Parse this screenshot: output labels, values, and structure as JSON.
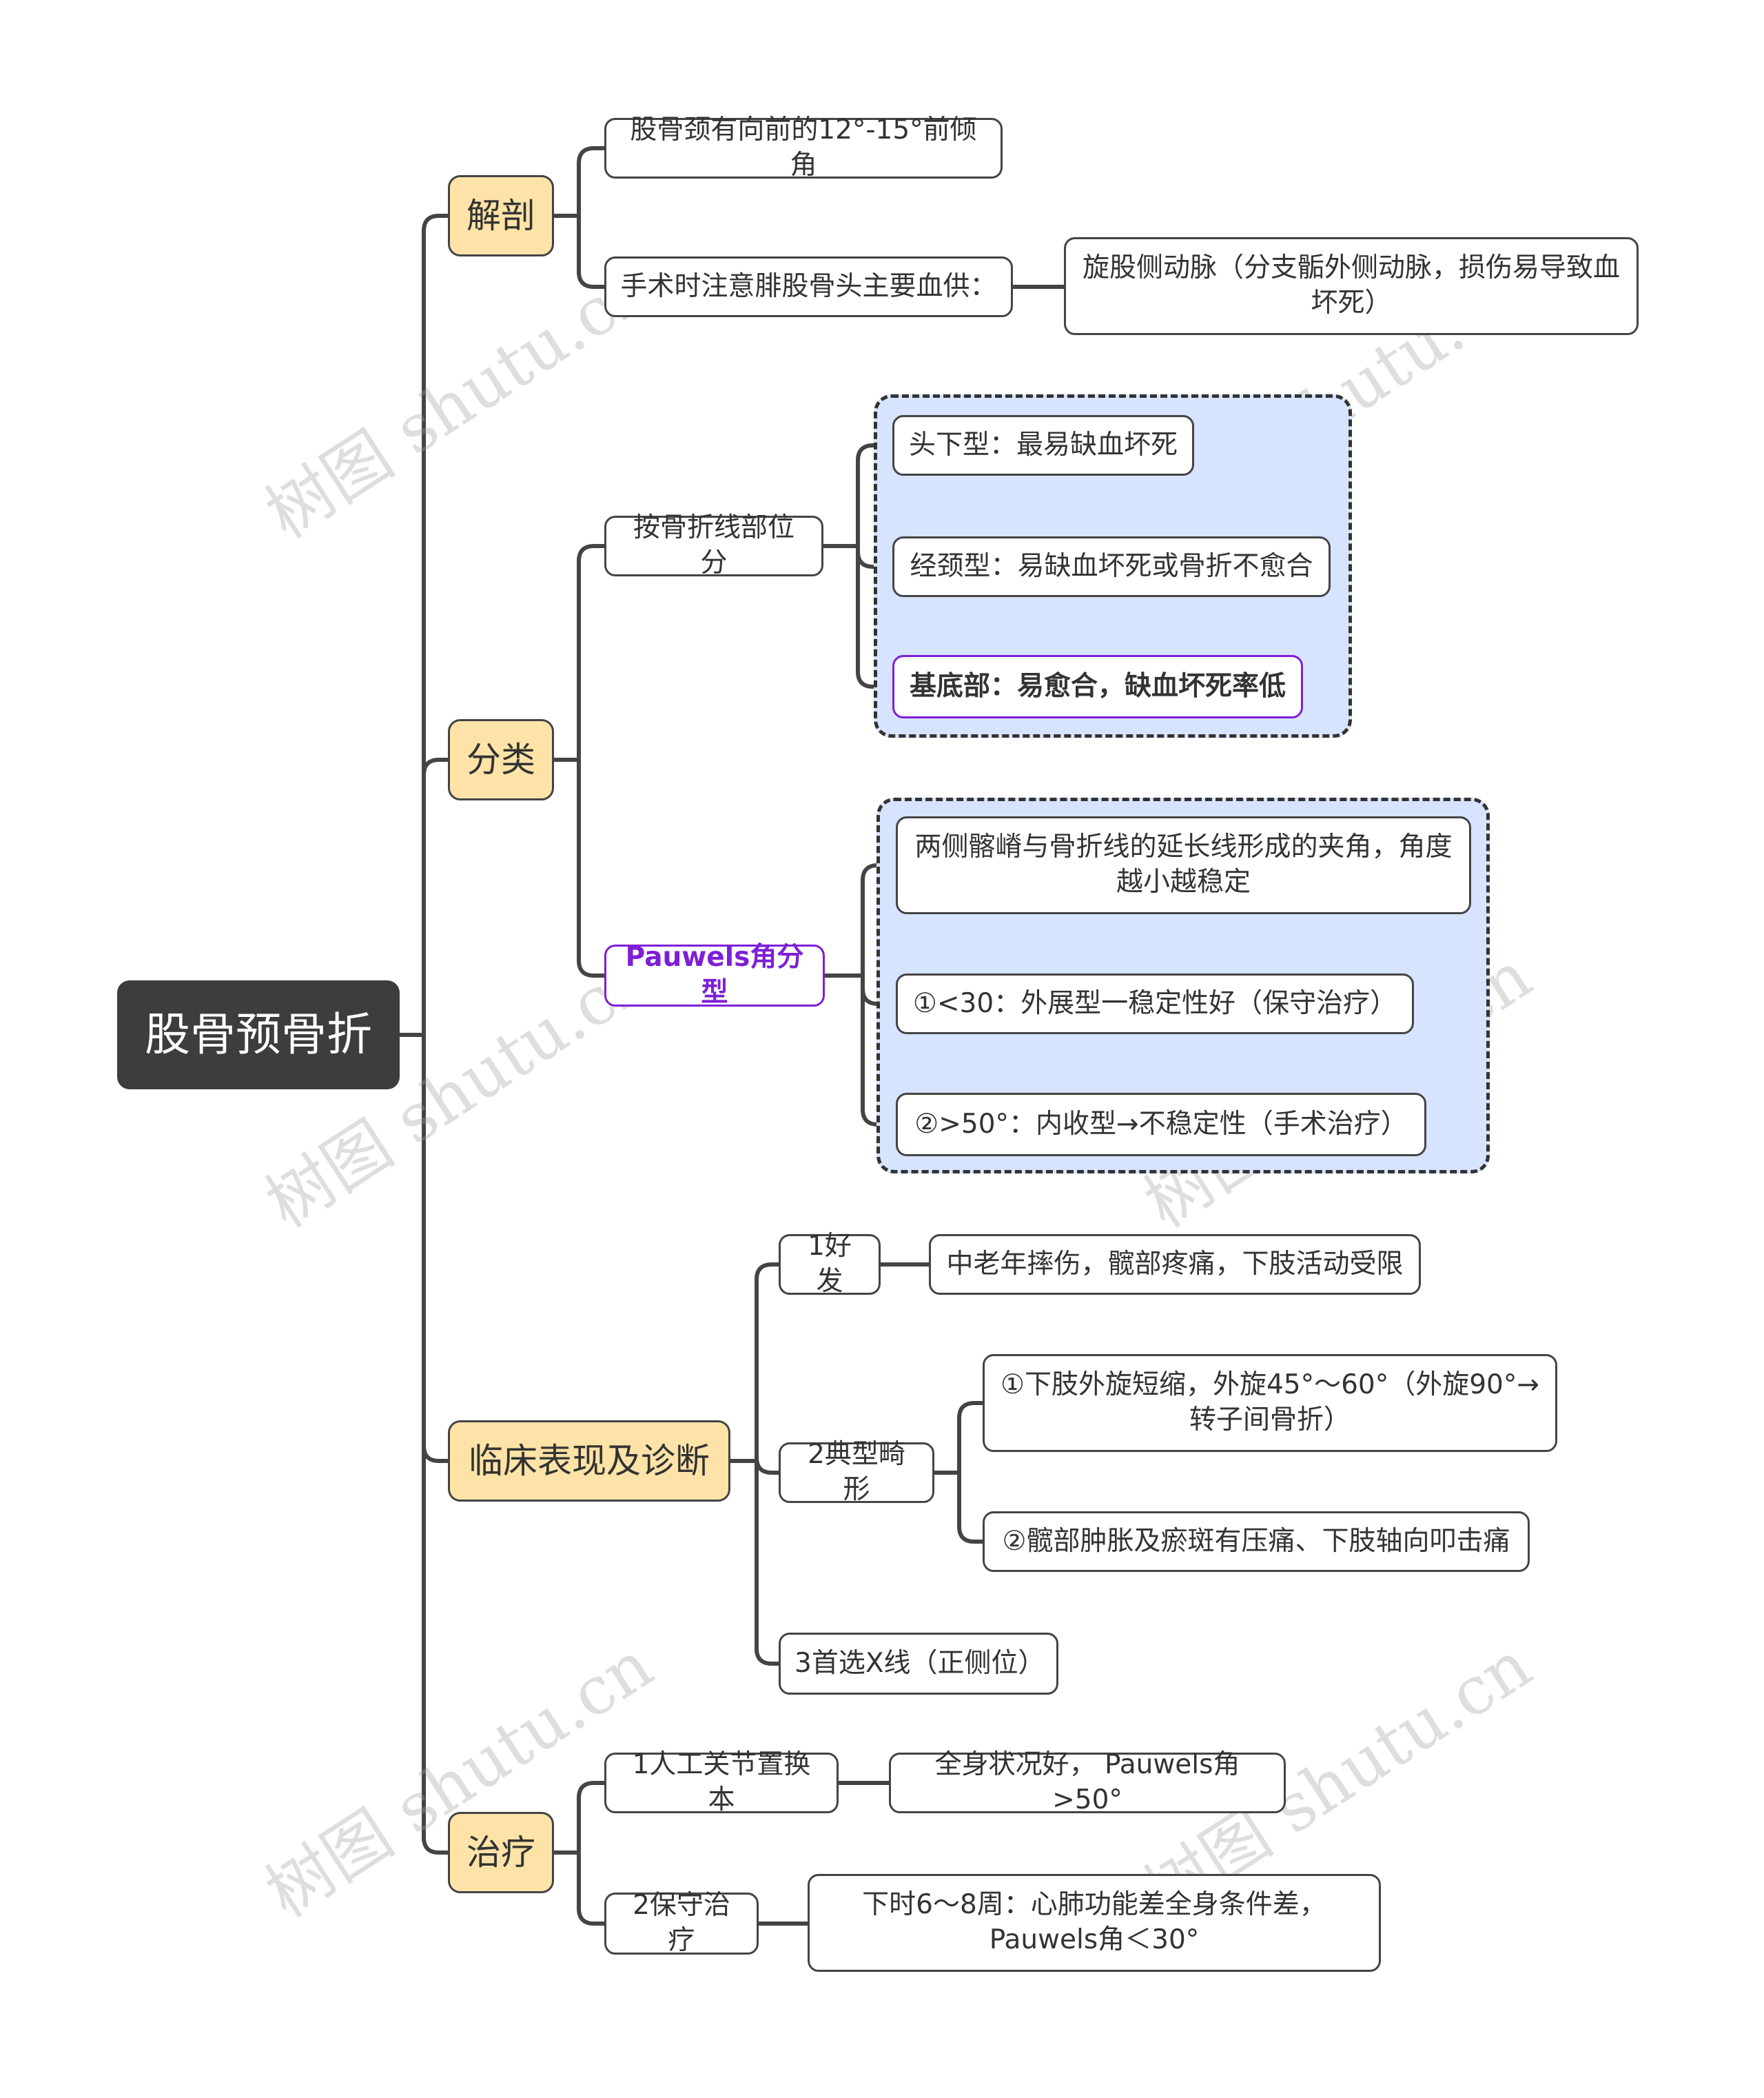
{
  "root": "股骨预骨折",
  "branches": {
    "anatomy": {
      "label": "解剖",
      "c1": "股骨颈有向前的12°-15°前倾角",
      "c2": "手术时注意腓股骨头主要血供：",
      "c2_detail": "旋股侧动脉（分支骺外侧动脉，损伤易导致血坏死）"
    },
    "classification": {
      "label": "分类",
      "by_line": "按骨折线部位分",
      "by_line_items": [
        "头下型：最易缺血坏死",
        "经颈型：易缺血坏死或骨折不愈合",
        "基底部：易愈合，缺血坏死率低"
      ],
      "pauwels": "Pauwels角分型",
      "pauwels_items": [
        "两侧髂嵴与骨折线的延长线形成的夹角，角度越小越稳定",
        "①<30：外展型一稳定性好（保守治疗）",
        "②>50°：内收型→不稳定性（手术治疗）"
      ]
    },
    "clinical": {
      "label": "临床表现及诊断",
      "s1": "1好发",
      "s1_detail": "中老年摔伤，髋部疼痛，下肢活动受限",
      "s2": "2典型畸形",
      "s2_items": [
        "①下肢外旋短缩，外旋45°～60°（外旋90°→转子间骨折）",
        "②髋部肿胀及瘀斑有压痛、下肢轴向叩击痛"
      ],
      "s3": "3首选X线（正侧位）"
    },
    "treatment": {
      "label": "治疗",
      "t1": "1人工关节置换本",
      "t1_detail": "全身状况好， Pauwels角>50°",
      "t2": "2保守治疗",
      "t2_detail": "下时6～8周：心肺功能差全身条件差，Pauwels角＜30°"
    }
  },
  "watermark": "树图 shutu.cn",
  "colors": {
    "root_bg": "#3d3d3d",
    "l1_bg": "#fde3a7",
    "group_bg": "#d6e4ff",
    "accent_purple": "#7e1fd6",
    "line": "#444444"
  }
}
